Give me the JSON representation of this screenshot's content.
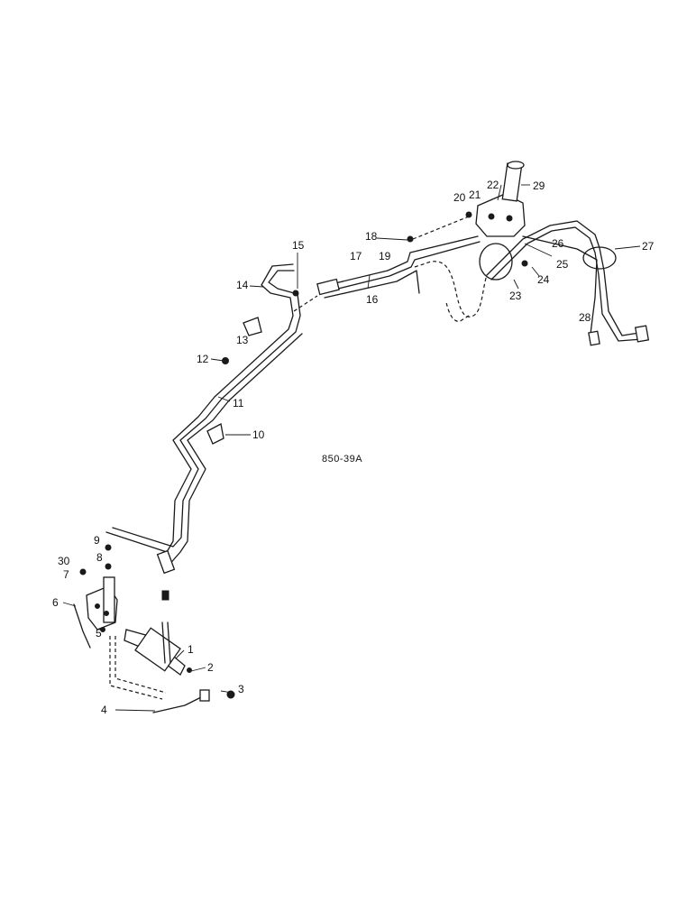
{
  "figure_id": "850-39A",
  "callouts": [
    "1",
    "2",
    "3",
    "4",
    "5",
    "6",
    "7",
    "8",
    "9",
    "30",
    "10",
    "11",
    "12",
    "13",
    "14",
    "15",
    "16",
    "17",
    "18",
    "19",
    "20",
    "21",
    "22",
    "29",
    "23",
    "24",
    "25",
    "26",
    "27",
    "28"
  ],
  "icons": {
    "steering_pump": "steering-pump-icon",
    "steering_cylinder": "steering-cylinder-icon",
    "valve_block": "valve-block-icon",
    "clip": "clip-icon",
    "fitting": "fitting-icon",
    "hose": "hose-icon"
  }
}
